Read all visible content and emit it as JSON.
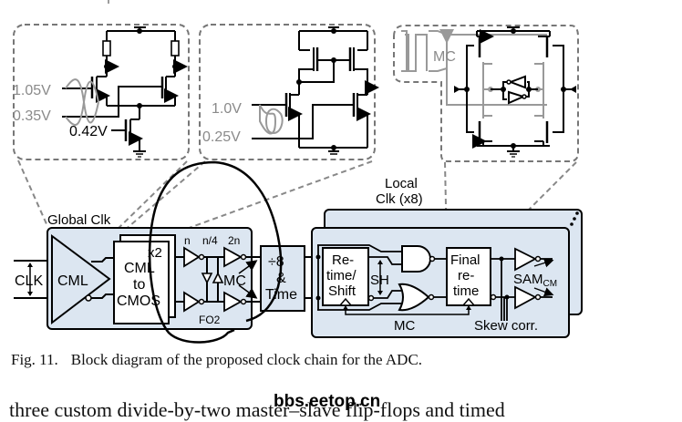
{
  "figure": {
    "insets": {
      "cml_inset": {
        "labels": {
          "v_high": "1.05V",
          "v_low": "0.35V",
          "bias": "0.42V"
        }
      },
      "converter_inset": {
        "labels": {
          "v_high": "1.0V",
          "v_low": "0.25V"
        }
      },
      "flipflop_inset": {
        "labels": {
          "mc": "MC"
        }
      }
    },
    "global_clk": {
      "title": "Global Clk",
      "input_label": "CLK",
      "cml_block": "CML",
      "converter": {
        "line1": "CML",
        "line2": "to",
        "line3": "CMOS",
        "multiplier": "x2"
      },
      "inverter_sizes": {
        "n": "n",
        "n4": "n/4",
        "n2": "2n"
      },
      "mc_label": "MC",
      "fanout_label": "FO2"
    },
    "divider": {
      "line1": "÷8",
      "line2": "&",
      "line3": "Time"
    },
    "local_clk": {
      "title_line1": "Local",
      "title_line2": "Clk (x8)",
      "retime": {
        "line1": "Re-",
        "line2": "time/",
        "line3": "Shift"
      },
      "sh_label": "SH",
      "final": {
        "line1": "Final",
        "line2": "re-",
        "line3": "time"
      },
      "sam_label": "SAM",
      "sam_sub": "CM",
      "mc_label": "MC",
      "skew_label": "Skew corr."
    }
  },
  "caption": {
    "number": "Fig. 11.",
    "text": "Block diagram of the proposed clock chain for the ADC."
  },
  "body_text": "three custom divide-by-two master–slave flip-flops and timed",
  "watermark": "bbs.eetop.cn"
}
